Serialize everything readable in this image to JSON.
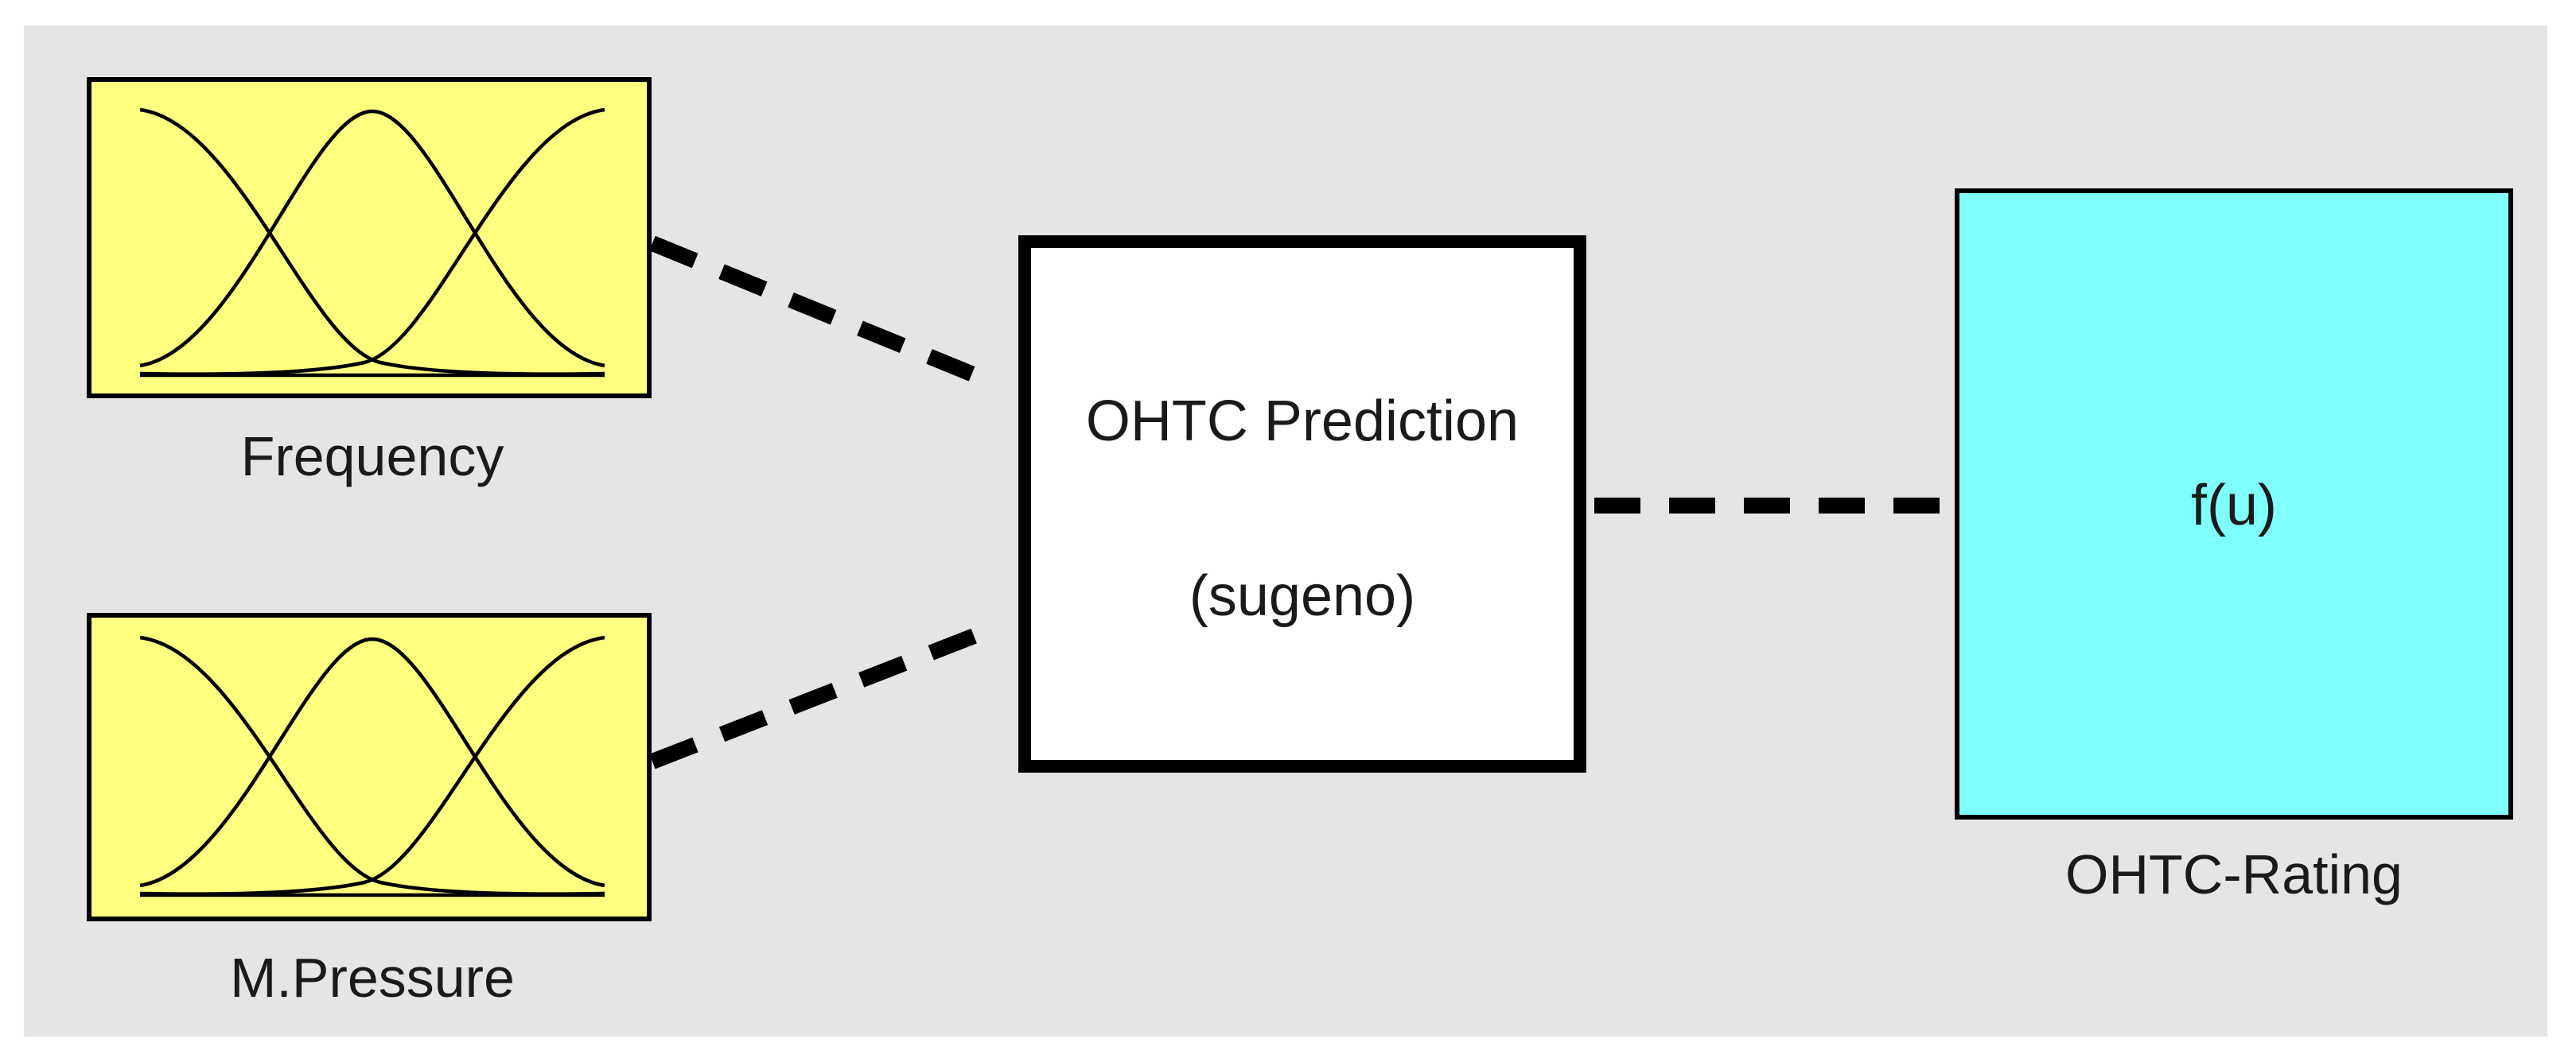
{
  "colors": {
    "background": "#e5e5e5",
    "input_fill": "#ffff80",
    "output_fill": "#80ffff",
    "system_fill": "#ffffff",
    "stroke": "#000000"
  },
  "inputs": [
    {
      "name": "Frequency",
      "membership_functions": 3
    },
    {
      "name": "M.Pressure",
      "membership_functions": 3
    }
  ],
  "system": {
    "name": "OHTC Prediction",
    "type": "(sugeno)"
  },
  "output": {
    "name": "OHTC-Rating",
    "symbol": "f(u)"
  }
}
